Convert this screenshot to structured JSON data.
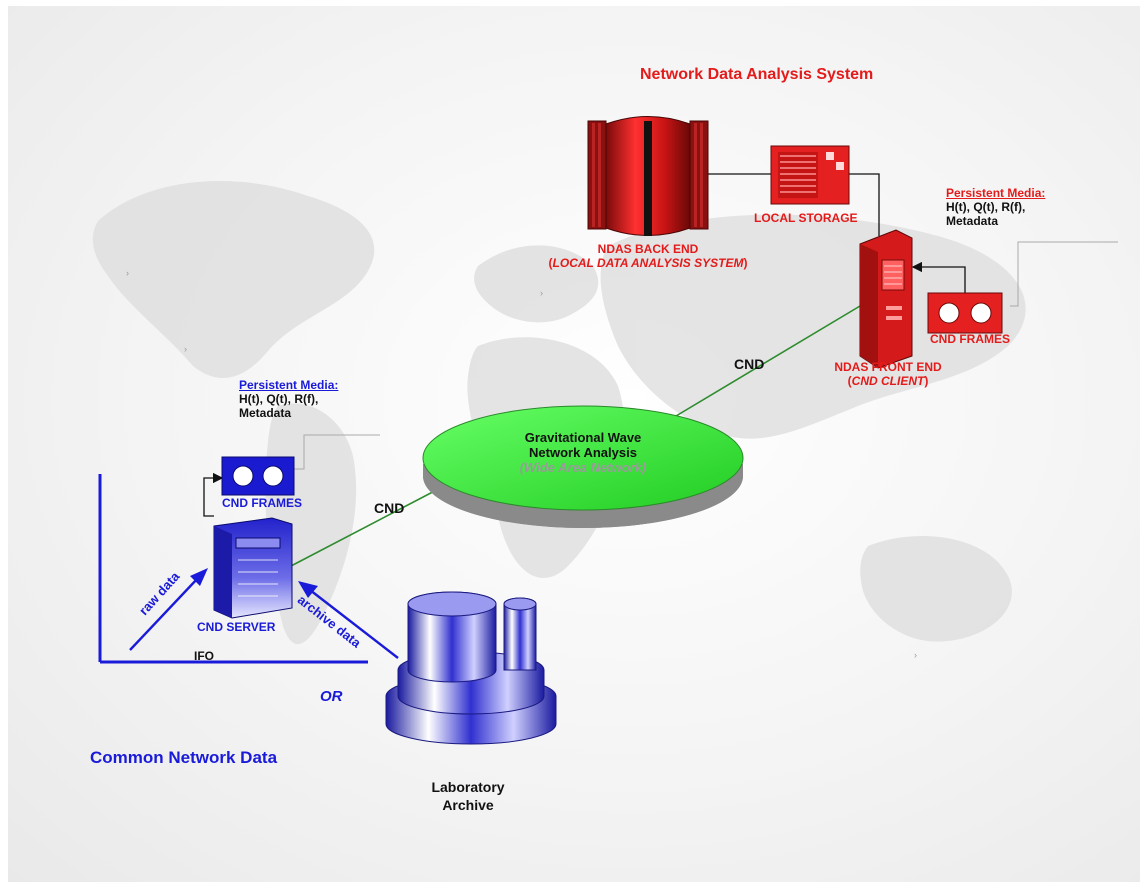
{
  "title": "Network Data Analysis System",
  "subtitle_bottom": "Common Network Data",
  "ndas": {
    "back_end_line1": "NDAS BACK END",
    "back_end_line2": "LOCAL DATA ANALYSIS SYSTEM",
    "local_storage": "LOCAL STORAGE",
    "front_end_line1": "NDAS FRONT END",
    "front_end_line2": "CND CLIENT",
    "cnd_frames": "CND FRAMES",
    "persistent_title": "Persistent Media:",
    "persistent_line1": "H(t), Q(t), R(f),",
    "persistent_line2": "Metadata"
  },
  "network": {
    "line1": "Gravitational Wave",
    "line2": "Network Analysis",
    "line3": "(Wide Area Network)",
    "cnd_upper": "CND",
    "cnd_lower": "CND"
  },
  "cnd_side": {
    "persistent_title": "Persistent Media:",
    "persistent_line1": "H(t), Q(t), R(f),",
    "persistent_line2": "Metadata",
    "cnd_frames": "CND FRAMES",
    "cnd_server": "CND SERVER",
    "ifo": "IFO",
    "raw_data": "raw data",
    "archive_data": "archive data",
    "or": "OR",
    "archive_line1": "Laboratory",
    "archive_line2": "Archive"
  },
  "colors": {
    "red": "#e31b1b",
    "dark_red": "#8b1010",
    "blue": "#1a1ad9",
    "green": "#33dd33"
  }
}
